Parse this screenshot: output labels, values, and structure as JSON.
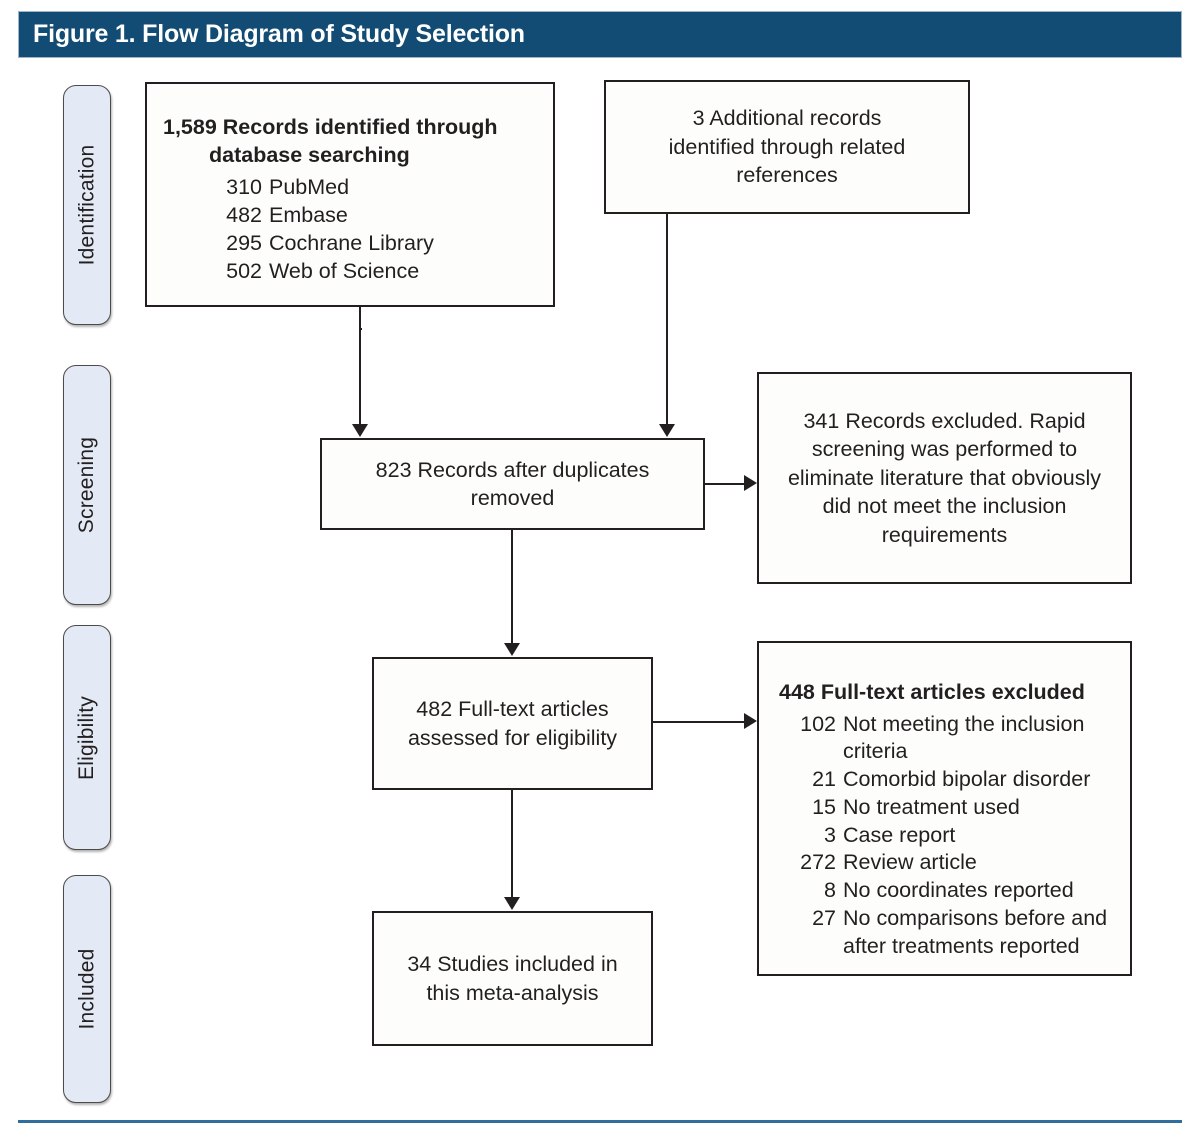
{
  "figure": {
    "title": "Figure 1. Flow Diagram of Study Selection",
    "title_bar_color": "#124b73",
    "rule_color": "#2e6f9e",
    "tab_fill_color": "#e4eaf5",
    "box_border_color": "#231f20"
  },
  "phases": [
    {
      "label": "Identification"
    },
    {
      "label": "Screening"
    },
    {
      "label": "Eligibility"
    },
    {
      "label": "Included"
    }
  ],
  "boxes": {
    "identified": {
      "heading": "1,589 Records identified through database searching",
      "items": [
        {
          "count": "310",
          "label": "PubMed"
        },
        {
          "count": "482",
          "label": "Embase"
        },
        {
          "count": "295",
          "label": "Cochrane Library"
        },
        {
          "count": "502",
          "label": "Web of Science"
        }
      ]
    },
    "additional": {
      "text": "3 Additional records identified through related references"
    },
    "deduplicated": {
      "text": "823 Records after duplicates removed"
    },
    "records_excluded": {
      "text": "341 Records excluded. Rapid screening was performed to eliminate literature that obviously did not meet the inclusion requirements"
    },
    "fulltext_assessed": {
      "text": "482 Full-text articles assessed for eligibility"
    },
    "fulltext_excluded": {
      "heading": "448 Full-text articles excluded",
      "items": [
        {
          "count": "102",
          "label": "Not meeting the inclusion criteria"
        },
        {
          "count": "21",
          "label": "Comorbid bipolar disorder"
        },
        {
          "count": "15",
          "label": "No treatment used"
        },
        {
          "count": "3",
          "label": "Case report"
        },
        {
          "count": "272",
          "label": "Review article"
        },
        {
          "count": "8",
          "label": "No coordinates reported"
        },
        {
          "count": "27",
          "label": "No comparisons before and after treatments reported"
        }
      ]
    },
    "included": {
      "text": "34 Studies included in this meta-analysis"
    }
  },
  "flow_data": {
    "type": "prisma-flow",
    "records_identified_database": 1589,
    "records_identified_sources": {
      "PubMed": 310,
      "Embase": 482,
      "Cochrane Library": 295,
      "Web of Science": 502
    },
    "additional_records": 3,
    "records_after_duplicates": 823,
    "records_excluded_screening": 341,
    "fulltext_assessed": 482,
    "fulltext_excluded": 448,
    "fulltext_exclusion_reasons": {
      "Not meeting the inclusion criteria": 102,
      "Comorbid bipolar disorder": 21,
      "No treatment used": 15,
      "Case report": 3,
      "Review article": 272,
      "No coordinates reported": 8,
      "No comparisons before and after treatments reported": 27
    },
    "studies_included": 34
  }
}
